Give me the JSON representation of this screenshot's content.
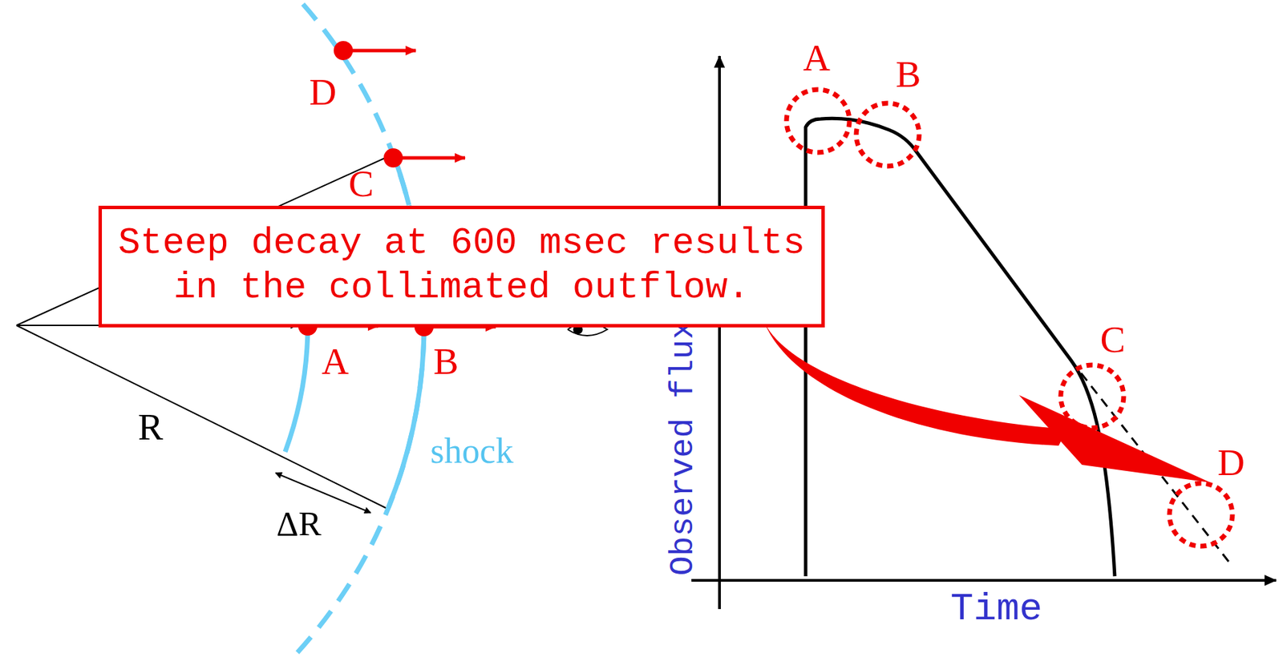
{
  "diagram": {
    "nodes": [
      {
        "text": [
          "Steep decay at 600 msec results in the collimated outflow."
        ]
      }
    ],
    "labels": [
      "D",
      "C",
      "A",
      "B",
      "R",
      "ΔR",
      "shock",
      "A",
      "B",
      "C",
      "D",
      "Observed flux",
      "Time"
    ]
  }
}
